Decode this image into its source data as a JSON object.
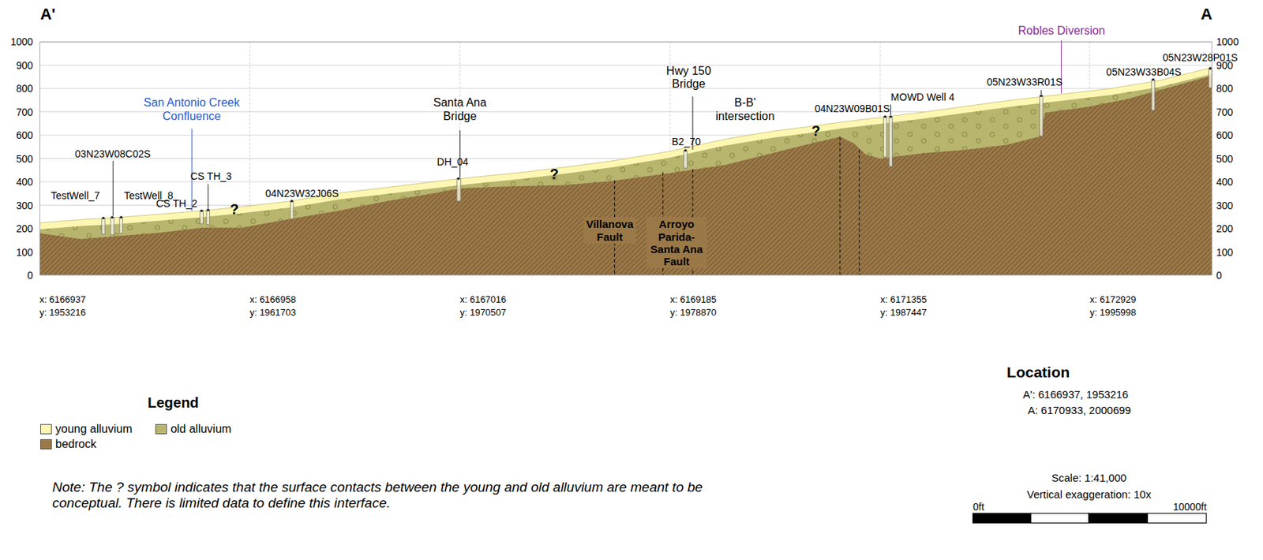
{
  "diagram": {
    "labels": [
      "A'",
      "A",
      "1000",
      "900",
      "800",
      "700",
      "600",
      "500",
      "400",
      "300",
      "200",
      "100",
      "0",
      "1000",
      "900",
      "800",
      "700",
      "600",
      "500",
      "400",
      "300",
      "200",
      "100",
      "0",
      "Robles Diversion",
      "05N23W28P01S",
      "05N23W33B04S",
      "05N23W33R01S",
      "MOWD Well 4",
      "04N23W09B01S",
      "B-B' intersection",
      "Hwy 150 Bridge",
      "B2_70",
      "Santa Ana Bridge",
      "DH_04",
      "04N23W32J06S",
      "San Antonio Creek Confluence",
      "CS TH_3",
      "CS TH_2",
      "03N23W08C02S",
      "TestWell_7",
      "TestWell_8",
      "?",
      "?",
      "?",
      "Villanova Fault",
      "Arroyo Parida-Santa Ana Fault",
      "x: 6166937",
      "y: 1953216",
      "x: 6166958",
      "y: 1961703",
      "x: 6167016",
      "y: 1970507",
      "x: 6169185",
      "y: 1978870",
      "x: 6171355",
      "y: 1987447",
      "x: 6172929",
      "y: 1995998",
      "Location",
      "A': 6166937, 1953216",
      "A: 6170933, 2000699",
      "Scale: 1:41,000",
      "Vertical exaggeration: 10x",
      "0ft",
      "10000ft",
      "Legend",
      "Note: The ? symbol indicates that the surface contacts between the young and old alluvium are meant to be conceptual. There is limited data to define this interface."
    ],
    "legend": [
      {
        "text": "young alluvium",
        "color": "#fdf7b3"
      },
      {
        "text": "old alluvium",
        "color": "#b8b56e"
      },
      {
        "text": "bedrock",
        "color": "#9a7847"
      }
    ]
  }
}
